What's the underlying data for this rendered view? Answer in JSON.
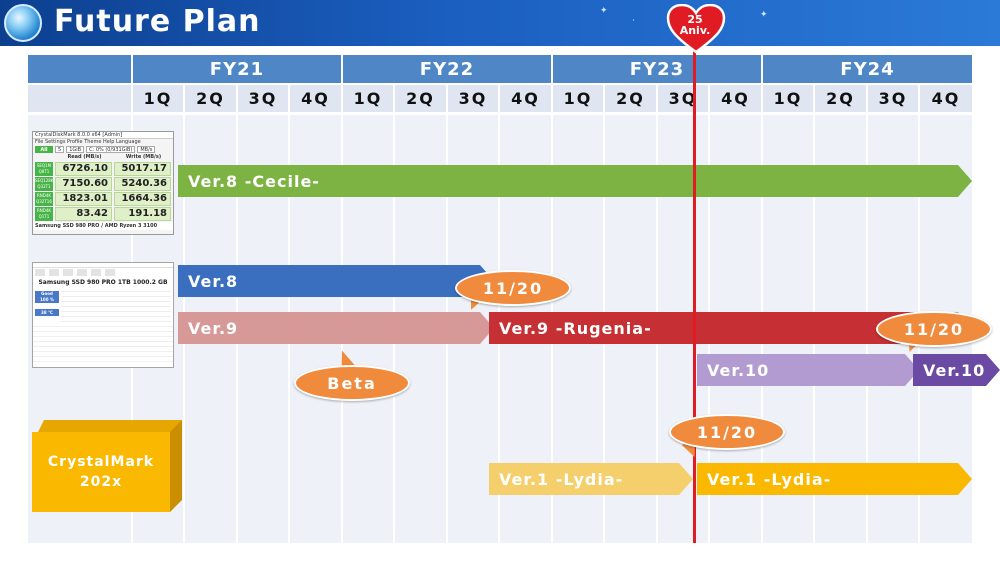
{
  "header": {
    "title": "Future Plan"
  },
  "timeline": {
    "fiscal_years": [
      "FY21",
      "FY22",
      "FY23",
      "FY24"
    ],
    "quarters": [
      "1Q",
      "2Q",
      "3Q",
      "4Q",
      "1Q",
      "2Q",
      "3Q",
      "4Q",
      "1Q",
      "2Q",
      "3Q",
      "4Q",
      "1Q",
      "2Q",
      "3Q",
      "4Q"
    ]
  },
  "milestone": {
    "line1": "25",
    "line2": "Aniv.",
    "color": "#e01b24"
  },
  "rows": {
    "diskmark": {
      "bar_label": "Ver.8 -Cecile-",
      "color": "#7cb342",
      "screenshot": {
        "title": "CrystalDiskMark 8.0.0 x64 [Admin]",
        "menu": "File  Settings  Profile  Theme  Help  Language",
        "all": "All",
        "count": "5",
        "size": "1GiB",
        "drive": "C: 0% (0/931GiB)",
        "unit": "MB/s",
        "read_header": "Read (MB/s)",
        "write_header": "Write (MB/s)",
        "tests": [
          {
            "label1": "SEQ1M",
            "label2": "Q8T1",
            "read": "6726.10",
            "write": "5017.17"
          },
          {
            "label1": "SEQ128K",
            "label2": "Q32T1",
            "read": "7150.60",
            "write": "5240.36"
          },
          {
            "label1": "RND4K",
            "label2": "Q32T16",
            "read": "1823.01",
            "write": "1664.36"
          },
          {
            "label1": "RND4K",
            "label2": "Q1T1",
            "read": "83.42",
            "write": "191.18"
          }
        ],
        "footer": "Samsung SSD 980 PRO / AMD Ryzen 3 3100"
      }
    },
    "diskinfo": {
      "bars": [
        {
          "label": "Ver.8",
          "color": "#3a6fbf"
        },
        {
          "label": "Ver.9",
          "color": "#d79898"
        },
        {
          "label": "Ver.9 -Rugenia-",
          "color": "#c62f34"
        },
        {
          "label": "Ver.10",
          "color": "#b29bd0"
        },
        {
          "label": "Ver.10",
          "color": "#6a4aa3"
        }
      ],
      "callouts": [
        "11/20",
        "11/20",
        "Beta"
      ],
      "screenshot": {
        "title": "Samsung SSD 980 PRO 1TB 1000.2 GB",
        "health_label": "Good",
        "health_value": "100 %",
        "temp_value": "38 °C"
      }
    },
    "crystalmark": {
      "box_line1": "CrystalMark",
      "box_line2": "202x",
      "bars": [
        {
          "label": "Ver.1 -Lydia-",
          "color": "#f4cf6c"
        },
        {
          "label": "Ver.1 -Lydia-",
          "color": "#fbb800"
        }
      ],
      "callout": "11/20"
    }
  }
}
